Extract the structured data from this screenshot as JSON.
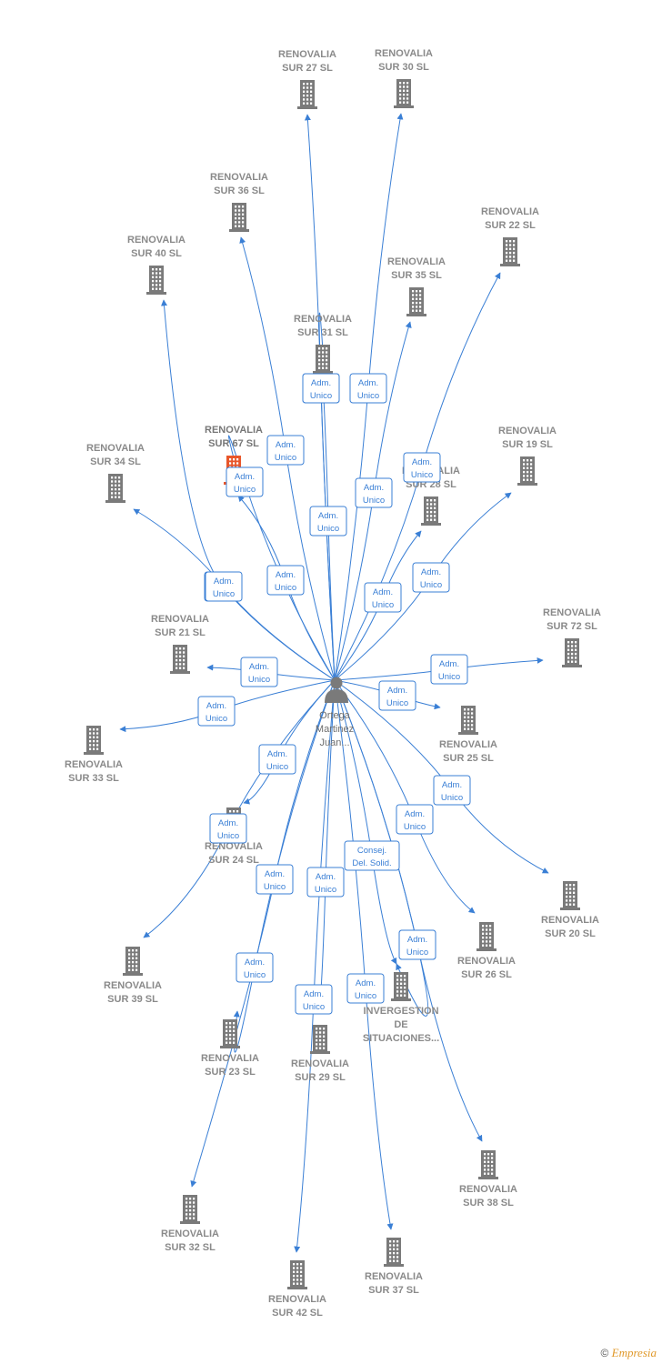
{
  "colors": {
    "edge": "#3a7fd5",
    "company": "#7a7a7a",
    "highlight": "#e8562a",
    "person": "#7a7a7a"
  },
  "center": {
    "name": "person",
    "icon": "person-icon",
    "label_lines": [
      "Ortega",
      "Martinez",
      "Juan..."
    ]
  },
  "nodes": [
    {
      "id": "sur27",
      "lines": [
        "RENOVALIA",
        "SUR 27  SL"
      ]
    },
    {
      "id": "sur30",
      "lines": [
        "RENOVALIA",
        "SUR 30  SL"
      ]
    },
    {
      "id": "sur36",
      "lines": [
        "RENOVALIA",
        "SUR 36  SL"
      ]
    },
    {
      "id": "sur22",
      "lines": [
        "RENOVALIA",
        "SUR 22  SL"
      ]
    },
    {
      "id": "sur40",
      "lines": [
        "RENOVALIA",
        "SUR 40  SL"
      ]
    },
    {
      "id": "sur35",
      "lines": [
        "RENOVALIA",
        "SUR 35  SL"
      ]
    },
    {
      "id": "sur31",
      "lines": [
        "RENOVALIA",
        "SUR 31  SL"
      ]
    },
    {
      "id": "sur67",
      "lines": [
        "RENOVALIA",
        "SUR 67  SL"
      ],
      "highlight": true
    },
    {
      "id": "sur19",
      "lines": [
        "RENOVALIA",
        "SUR 19  SL"
      ]
    },
    {
      "id": "sur34",
      "lines": [
        "RENOVALIA",
        "SUR 34  SL"
      ]
    },
    {
      "id": "sur28",
      "lines": [
        "RENOVALIA",
        "SUR 28  SL"
      ]
    },
    {
      "id": "sur72",
      "lines": [
        "RENOVALIA",
        "SUR 72  SL"
      ]
    },
    {
      "id": "sur21",
      "lines": [
        "RENOVALIA",
        "SUR 21  SL"
      ]
    },
    {
      "id": "sur25",
      "lines": [
        "RENOVALIA",
        "SUR 25  SL"
      ]
    },
    {
      "id": "sur33",
      "lines": [
        "RENOVALIA",
        "SUR 33  SL"
      ]
    },
    {
      "id": "sur24",
      "lines": [
        "RENOVALIA",
        "SUR 24  SL"
      ]
    },
    {
      "id": "sur20",
      "lines": [
        "RENOVALIA",
        "SUR 20  SL"
      ]
    },
    {
      "id": "sur26",
      "lines": [
        "RENOVALIA",
        "SUR 26  SL"
      ]
    },
    {
      "id": "sur39",
      "lines": [
        "RENOVALIA",
        "SUR 39  SL"
      ]
    },
    {
      "id": "invergestion",
      "lines": [
        "INVERGESTION",
        "DE",
        "SITUACIONES..."
      ]
    },
    {
      "id": "sur23",
      "lines": [
        "RENOVALIA",
        "SUR 23  SL"
      ]
    },
    {
      "id": "sur29",
      "lines": [
        "RENOVALIA",
        "SUR 29  SL"
      ]
    },
    {
      "id": "sur38",
      "lines": [
        "RENOVALIA",
        "SUR 38  SL"
      ]
    },
    {
      "id": "sur32",
      "lines": [
        "RENOVALIA",
        "SUR 32  SL"
      ]
    },
    {
      "id": "sur37",
      "lines": [
        "RENOVALIA",
        "SUR 37  SL"
      ]
    },
    {
      "id": "sur42",
      "lines": [
        "RENOVALIA",
        "SUR 42  SL"
      ]
    }
  ],
  "edges": [
    {
      "to": "sur27",
      "lines": [
        "Adm.",
        "Unico"
      ]
    },
    {
      "to": "sur30",
      "lines": [
        "Adm.",
        "Unico"
      ]
    },
    {
      "to": "sur36",
      "lines": [
        "Adm.",
        "Unico"
      ]
    },
    {
      "to": "sur22",
      "lines": [
        "Adm.",
        "Unico"
      ]
    },
    {
      "to": "sur40",
      "lines": [
        "Adm.",
        "Unico"
      ]
    },
    {
      "to": "sur35",
      "lines": [
        "Adm.",
        "Unico"
      ]
    },
    {
      "to": "sur31",
      "lines": [
        "Adm.",
        "Unico"
      ]
    },
    {
      "to": "sur67",
      "lines": [
        "Adm.",
        "Unico"
      ]
    },
    {
      "to": "sur19",
      "lines": [
        "Adm.",
        "Unico"
      ]
    },
    {
      "to": "sur34",
      "lines": [
        "Adm.",
        "Unico"
      ]
    },
    {
      "to": "sur28",
      "lines": [
        "Adm.",
        "Unico"
      ]
    },
    {
      "to": "sur72",
      "lines": [
        "Adm.",
        "Unico"
      ]
    },
    {
      "to": "sur21",
      "lines": [
        "Adm.",
        "Unico"
      ]
    },
    {
      "to": "sur25",
      "lines": [
        "Adm.",
        "Unico"
      ]
    },
    {
      "to": "sur33",
      "lines": [
        "Adm.",
        "Unico"
      ]
    },
    {
      "to": "sur24",
      "lines": [
        "Adm.",
        "Unico"
      ]
    },
    {
      "to": "sur20",
      "lines": [
        "Adm.",
        "Unico"
      ]
    },
    {
      "to": "sur26",
      "lines": [
        "Adm.",
        "Unico"
      ]
    },
    {
      "to": "sur39",
      "lines": [
        "Adm.",
        "Unico"
      ]
    },
    {
      "to": "invergestion",
      "lines": [
        "Consej.",
        "Del. Solid."
      ]
    },
    {
      "to": "sur23",
      "lines": [
        "Adm.",
        "Unico"
      ]
    },
    {
      "to": "sur29",
      "lines": [
        "Adm.",
        "Unico"
      ]
    },
    {
      "to": "sur38",
      "lines": [
        "Adm.",
        "Unico"
      ]
    },
    {
      "to": "sur32",
      "lines": [
        "Adm.",
        "Unico"
      ]
    },
    {
      "to": "sur37",
      "lines": [
        "Adm.",
        "Unico"
      ]
    },
    {
      "to": "sur42",
      "lines": [
        "Adm.",
        "Unico"
      ]
    },
    {
      "to": "sur67",
      "lines": [
        "Adm.",
        "Unico"
      ]
    },
    {
      "to": "invergestion",
      "lines": [
        "Adm.",
        "Unico"
      ]
    },
    {
      "to": "sur31",
      "lines": [
        "Adm.",
        "Unico"
      ]
    }
  ],
  "footer": {
    "copyright": "©",
    "brand": "Empresia"
  }
}
